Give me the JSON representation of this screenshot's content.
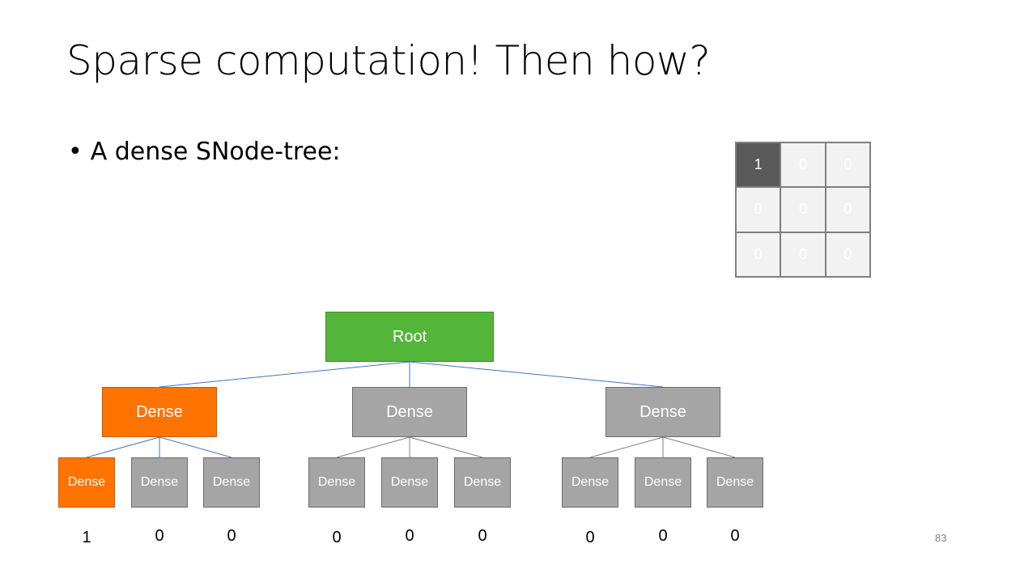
{
  "slide": {
    "title": "Sparse computation! Then how?",
    "bullet": "A dense SNode-tree:",
    "bullet_marker": "•",
    "page_number": "83"
  },
  "grid": {
    "cells": [
      "1",
      "0",
      "0",
      "0",
      "0",
      "0",
      "0",
      "0",
      "0"
    ],
    "active_index": 0
  },
  "tree": {
    "root": {
      "label": "Root",
      "color": "#54b53b"
    },
    "mids": [
      {
        "label": "Dense",
        "active": true
      },
      {
        "label": "Dense",
        "active": false
      },
      {
        "label": "Dense",
        "active": false
      }
    ],
    "leaves": [
      {
        "label": "Dense",
        "active": true
      },
      {
        "label": "Dense",
        "active": false
      },
      {
        "label": "Dense",
        "active": false
      },
      {
        "label": "Dense",
        "active": false
      },
      {
        "label": "Dense",
        "active": false
      },
      {
        "label": "Dense",
        "active": false
      },
      {
        "label": "Dense",
        "active": false
      },
      {
        "label": "Dense",
        "active": false
      },
      {
        "label": "Dense",
        "active": false
      }
    ],
    "values": [
      "1",
      "0",
      "0",
      "0",
      "0",
      "0",
      "0",
      "0",
      "0"
    ],
    "colors": {
      "active": "#ff7400",
      "inactive": "#a5a5a5",
      "active_edge": "#4472c4",
      "inactive_edge": "#7f7f7f"
    }
  }
}
